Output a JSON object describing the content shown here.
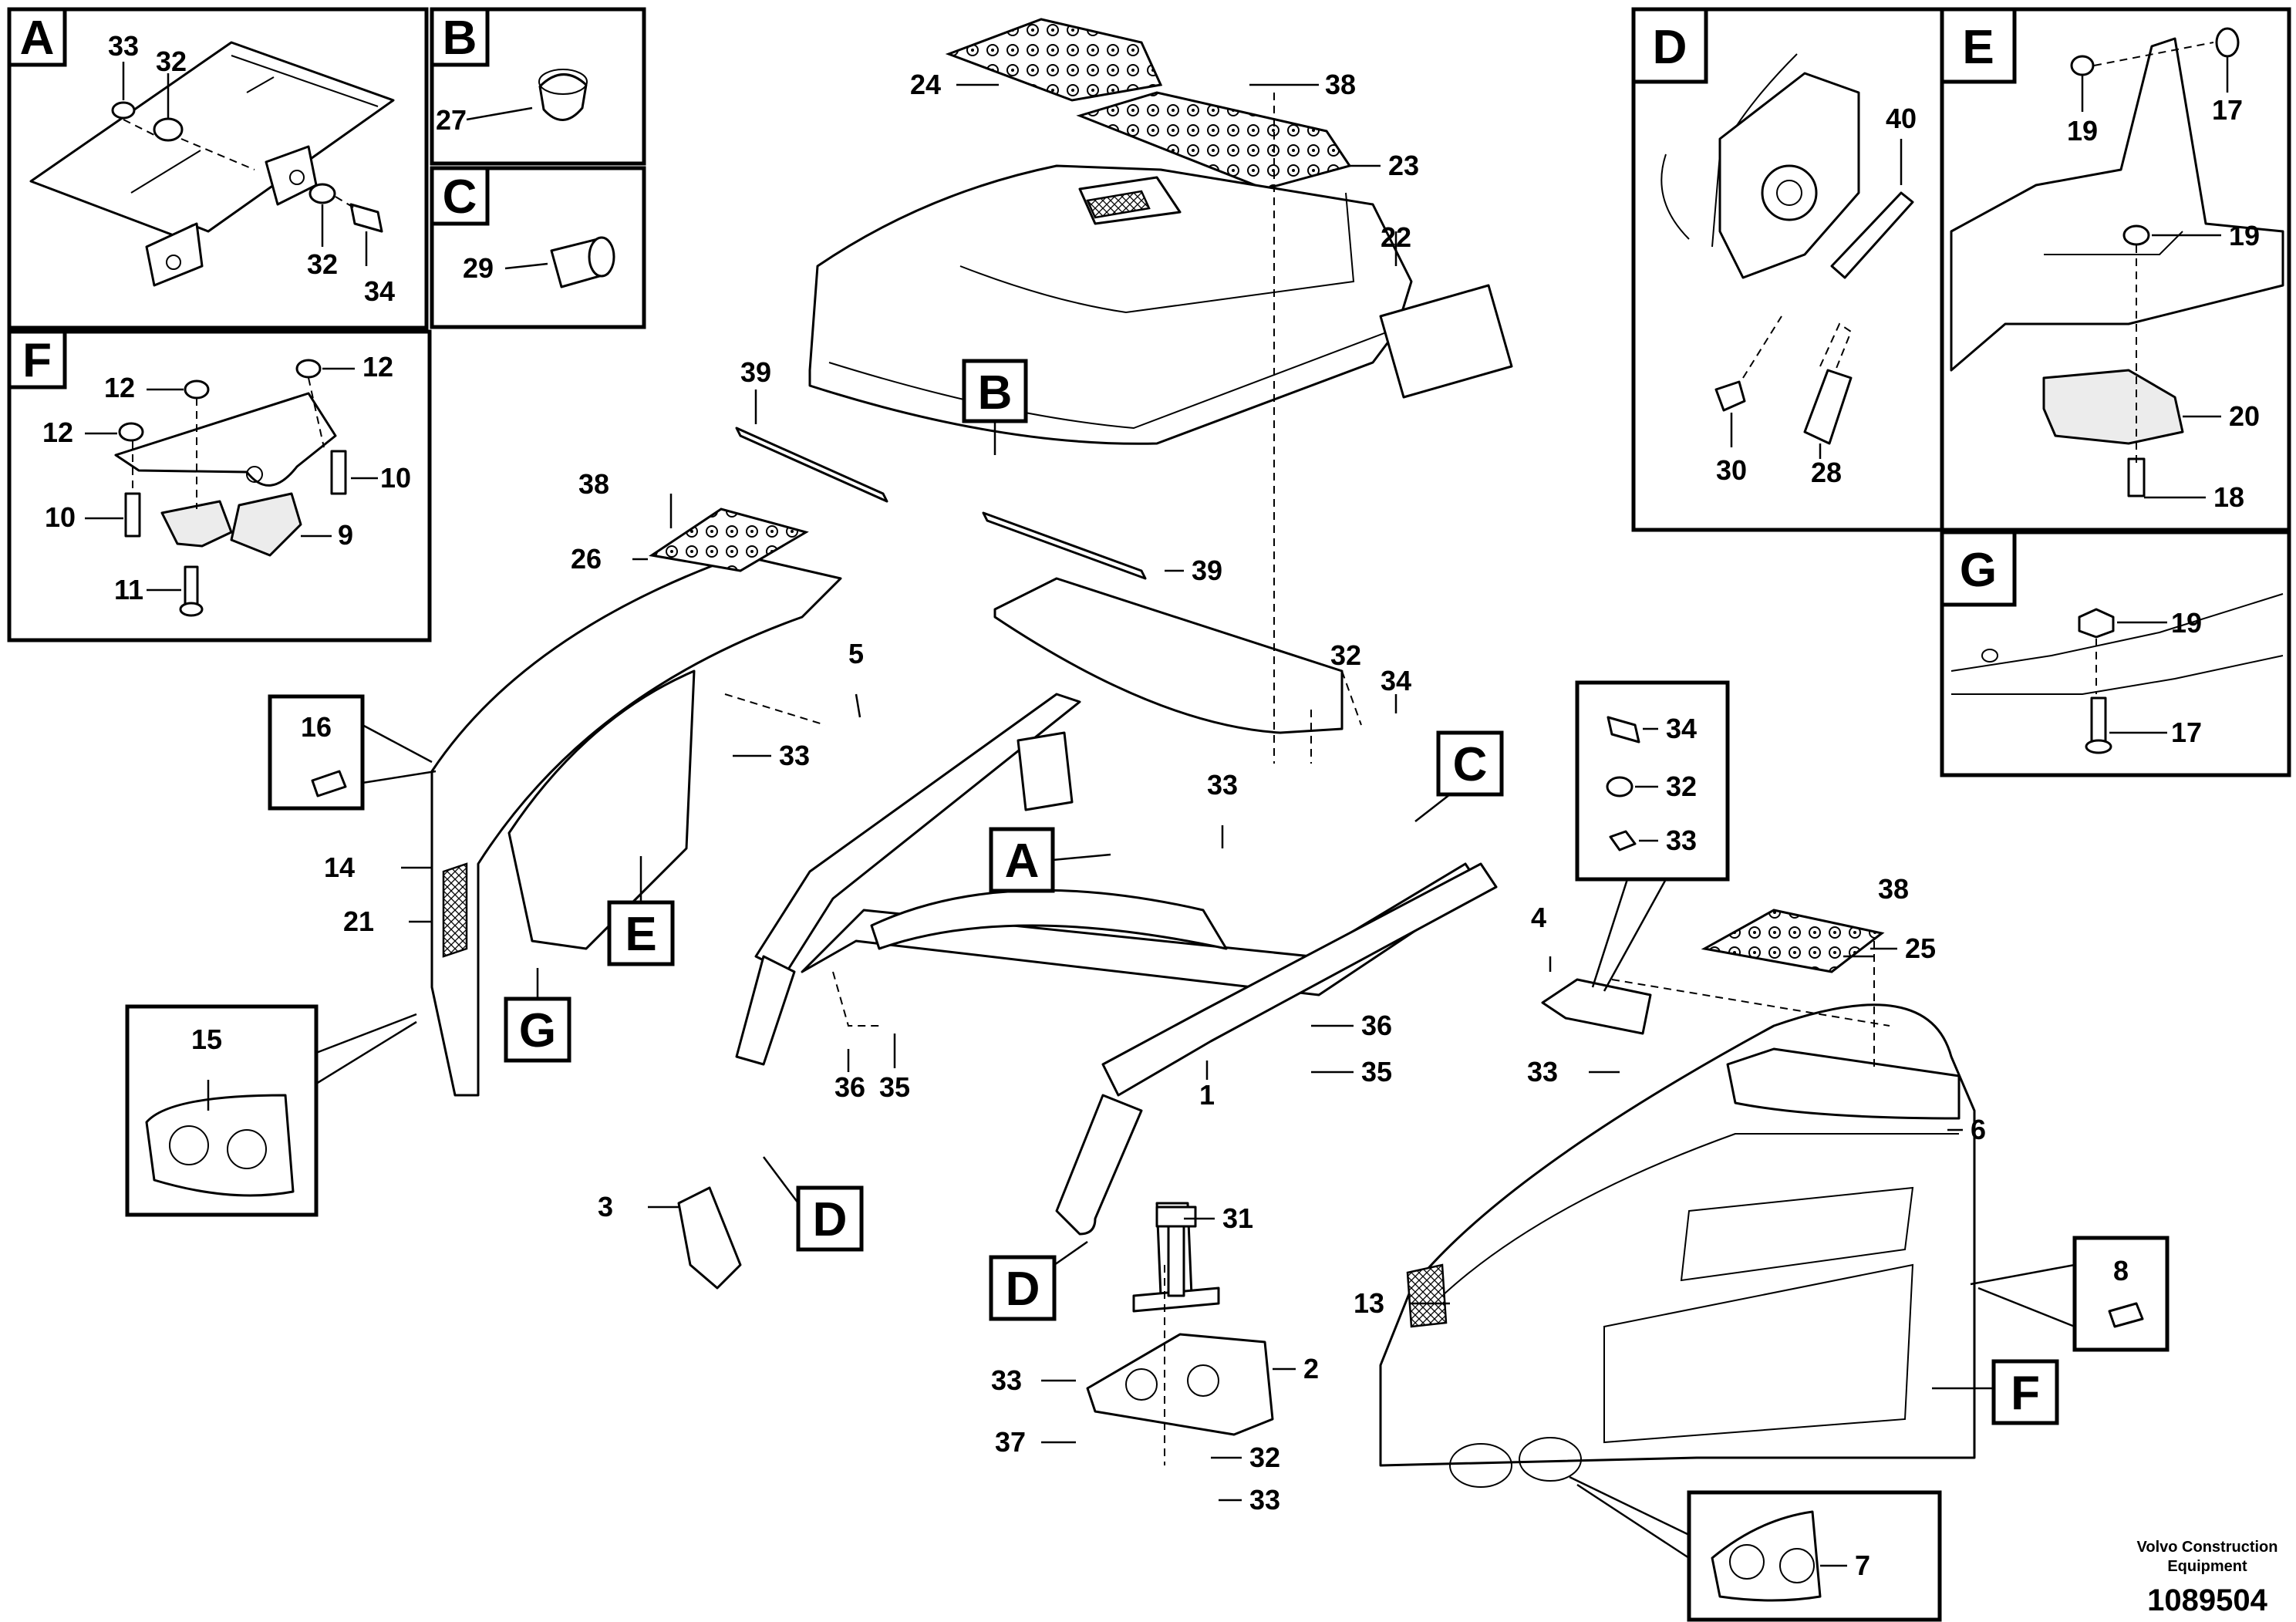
{
  "credit_line1": "Volvo Construction",
  "credit_line2": "Equipment",
  "doc_number": "1089504",
  "detail_letters": {
    "A": "A",
    "B": "B",
    "C": "C",
    "D": "D",
    "E": "E",
    "F": "F",
    "G": "G"
  },
  "part_numbers": {
    "p1": "1",
    "p2": "2",
    "p3": "3",
    "p4": "4",
    "p5": "5",
    "p6": "6",
    "p7": "7",
    "p8": "8",
    "p9": "9",
    "p10": "10",
    "p11": "11",
    "p12": "12",
    "p13": "13",
    "p14": "14",
    "p15": "15",
    "p16": "16",
    "p17": "17",
    "p18": "18",
    "p19": "19",
    "p20": "20",
    "p21": "21",
    "p22": "22",
    "p23": "23",
    "p24": "24",
    "p25": "25",
    "p26": "26",
    "p27": "27",
    "p28": "28",
    "p29": "29",
    "p30": "30",
    "p31": "31",
    "p32": "32",
    "p33": "33",
    "p34": "34",
    "p35": "35",
    "p36": "36",
    "p37": "37",
    "p38": "38",
    "p39": "39",
    "p40": "40"
  }
}
